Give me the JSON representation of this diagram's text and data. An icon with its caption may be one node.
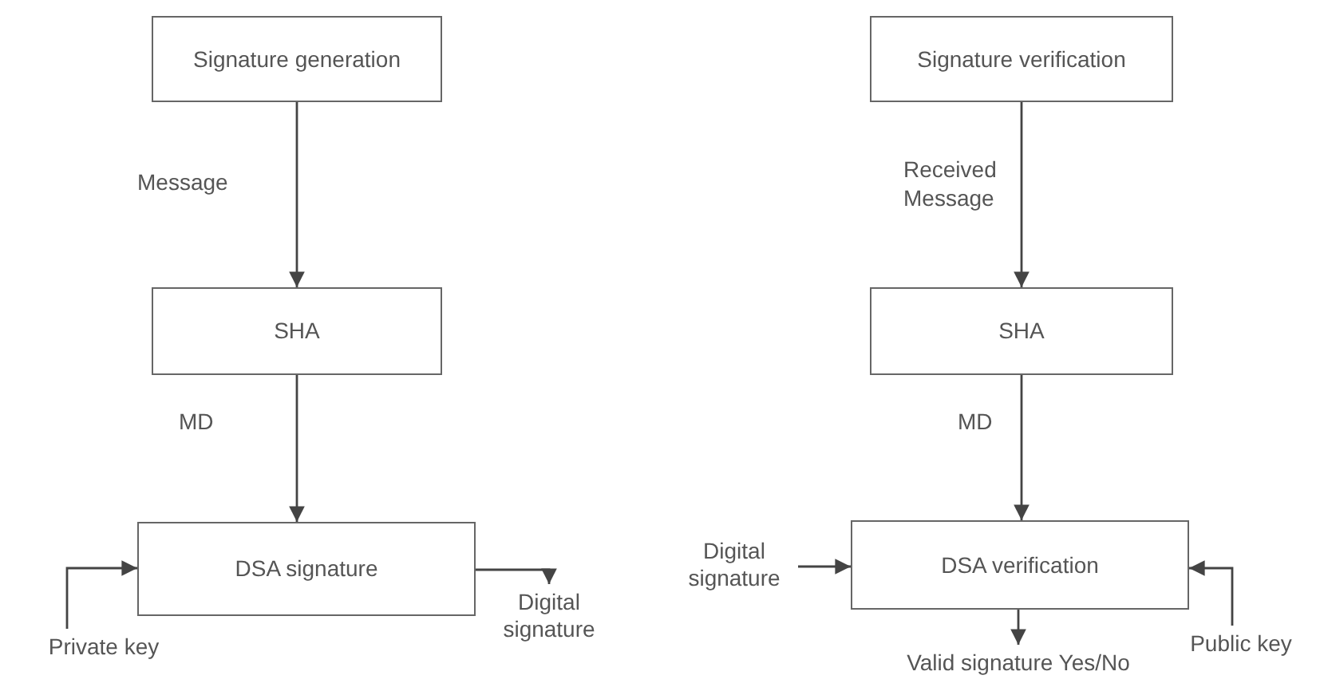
{
  "diagram": {
    "nodes": [
      {
        "text": [
          "Signature generation"
        ]
      },
      {
        "text": [
          "SHA"
        ]
      },
      {
        "text": [
          "DSA signature"
        ]
      },
      {
        "text": [
          "Private key"
        ]
      },
      {
        "text": [
          "Digital signature"
        ]
      },
      {
        "text": [
          "Signature verification"
        ]
      },
      {
        "text": [
          "SHA"
        ]
      },
      {
        "text": [
          "Digital signature"
        ]
      },
      {
        "text": [
          "DSA verification"
        ]
      },
      {
        "text": [
          "Public key"
        ]
      },
      {
        "text": [
          "Valid signature Yes/No"
        ]
      }
    ],
    "edges": [
      {
        "from": 0,
        "to": 1,
        "arrow": "to",
        "label": "Message"
      },
      {
        "from": 1,
        "to": 2,
        "arrow": "to",
        "label": "MD"
      },
      {
        "from": 3,
        "to": 2,
        "arrow": "to"
      },
      {
        "from": 2,
        "to": 4,
        "arrow": "to"
      },
      {
        "from": 5,
        "to": 6,
        "arrow": "to",
        "label": "Received Message"
      },
      {
        "from": 6,
        "to": 8,
        "arrow": "to",
        "label": "MD"
      },
      {
        "from": 7,
        "to": 8,
        "arrow": "to"
      },
      {
        "from": 9,
        "to": 8,
        "arrow": "to"
      },
      {
        "from": 8,
        "to": 10,
        "arrow": "to"
      }
    ]
  }
}
